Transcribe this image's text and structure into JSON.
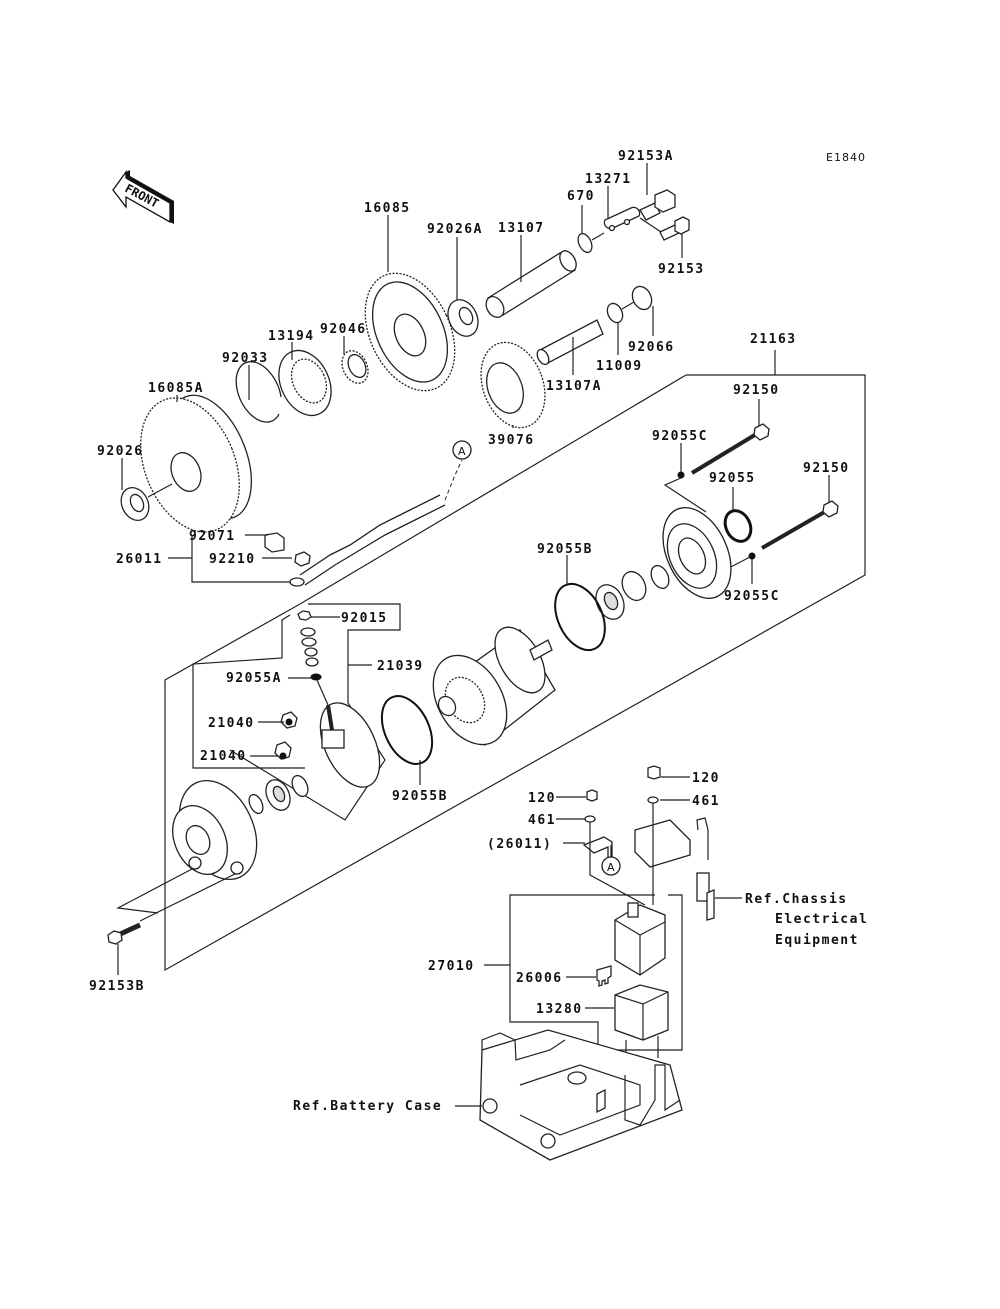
{
  "diagram": {
    "code": "E1840",
    "front_arrow": "FRONT",
    "callout_marker": "A",
    "labels": {
      "p92153A": "92153A",
      "p13271": "13271",
      "p670": "670",
      "p13107": "13107",
      "p92153": "92153",
      "p92026A": "92026A",
      "p16085": "16085",
      "p92046": "92046",
      "p13194": "13194",
      "p92033": "92033",
      "p16085A": "16085A",
      "p92026": "92026",
      "p92066": "92066",
      "p11009": "11009",
      "p13107A": "13107A",
      "p39076": "39076",
      "p21163": "21163",
      "p92150a": "92150",
      "p92055C_top": "92055C",
      "p92055": "92055",
      "p92150b": "92150",
      "p92055C_bot": "92055C",
      "p92071": "92071",
      "p26011": "26011",
      "p92210": "92210",
      "p92015": "92015",
      "p21039": "21039",
      "p92055A": "92055A",
      "p21040a": "21040",
      "p21040b": "21040",
      "p92055B_top": "92055B",
      "p92055B_bot": "92055B",
      "p92153B": "92153B",
      "p120a": "120",
      "p461a": "461",
      "p26011_paren": "(26011)",
      "p120b": "120",
      "p461b": "461",
      "p27010": "27010",
      "p26006": "26006",
      "p13280": "13280"
    },
    "refs": {
      "chassis_line1": "Ref.Chassis",
      "chassis_line2": "Electrical",
      "chassis_line3": "Equipment",
      "battery_case": "Ref.Battery Case"
    }
  }
}
